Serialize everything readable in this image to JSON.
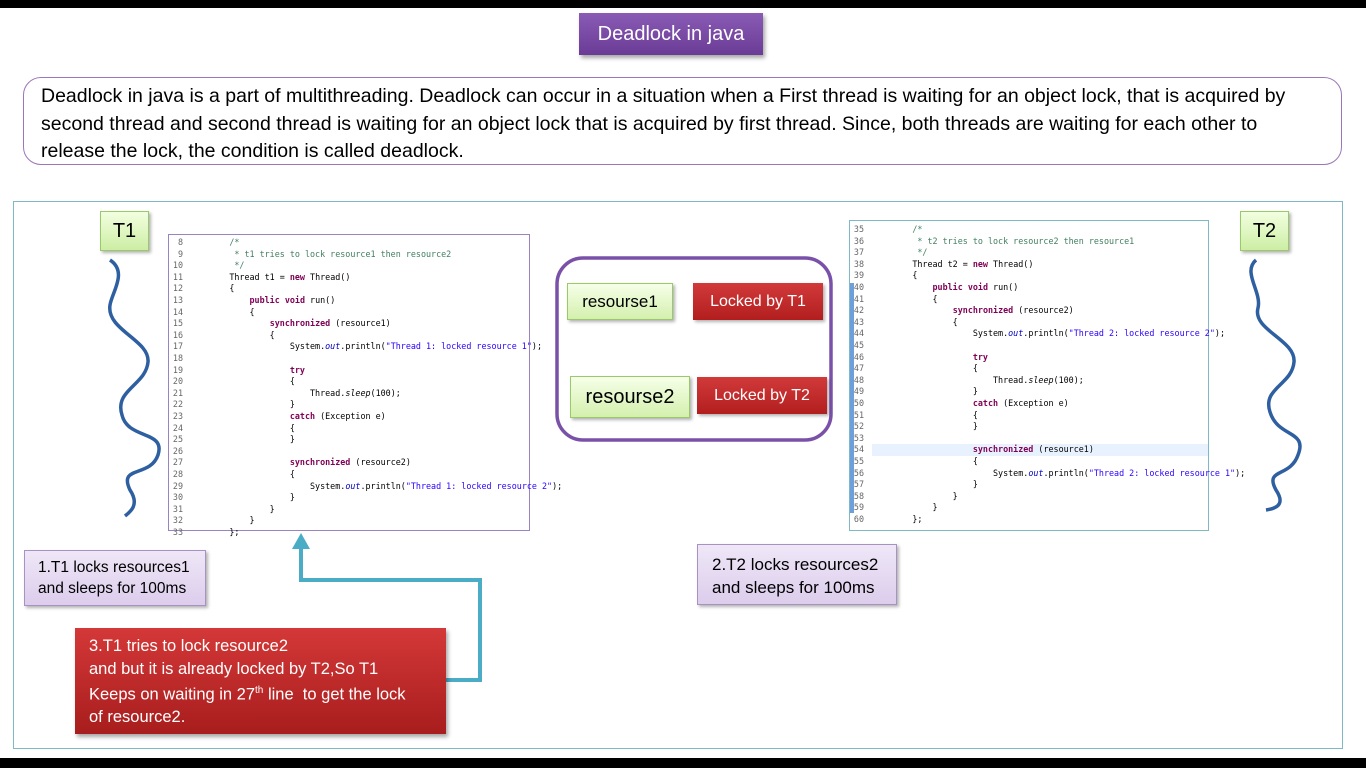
{
  "title": "Deadlock in java",
  "intro": "Deadlock in java is a part of multithreading. Deadlock can occur in a situation when a First thread is waiting for an object lock, that is acquired by second thread and second thread is waiting for an object lock that is acquired by first thread. Since, both threads are waiting for each other to release the lock, the condition is called deadlock.",
  "threads": {
    "t1": "T1",
    "t2": "T2"
  },
  "resources": {
    "r1": {
      "name": "resourse1",
      "status": "Locked by T1"
    },
    "r2": {
      "name": "resourse2",
      "status": "Locked by T2"
    }
  },
  "notes": {
    "n1": [
      "1.T1 locks resources1",
      "and sleeps for 100ms"
    ],
    "n2": [
      "2.T2 locks resources2",
      "and sleeps for 100ms"
    ],
    "n3": {
      "line1": "3.T1 tries to lock resource2",
      "line2": "and but it is already locked by T2,So T1",
      "line3_pre": "Keeps on waiting in 27",
      "line3_sup": "th",
      "line3_post": " line  to get the lock",
      "line4": "of resource2."
    }
  },
  "code_t1": {
    "lines": [
      {
        "n": "8",
        "t": "        /*"
      },
      {
        "n": "9",
        "t": "         * t1 tries to lock resource1 then resource2"
      },
      {
        "n": "10",
        "t": "         */"
      },
      {
        "n": "11",
        "t": "        Thread t1 = new Thread()"
      },
      {
        "n": "12",
        "t": "        {"
      },
      {
        "n": "13",
        "t": "            public void run()"
      },
      {
        "n": "14",
        "t": "            {"
      },
      {
        "n": "15",
        "t": "                synchronized (resource1)"
      },
      {
        "n": "16",
        "t": "                {"
      },
      {
        "n": "17",
        "t": "                    System.out.println(\"Thread 1: locked resource 1\");"
      },
      {
        "n": "18",
        "t": ""
      },
      {
        "n": "19",
        "t": "                    try"
      },
      {
        "n": "20",
        "t": "                    {"
      },
      {
        "n": "21",
        "t": "                        Thread.sleep(100);"
      },
      {
        "n": "22",
        "t": "                    }"
      },
      {
        "n": "23",
        "t": "                    catch (Exception e)"
      },
      {
        "n": "24",
        "t": "                    {"
      },
      {
        "n": "25",
        "t": "                    }"
      },
      {
        "n": "26",
        "t": ""
      },
      {
        "n": "27",
        "t": "                    synchronized (resource2)"
      },
      {
        "n": "28",
        "t": "                    {"
      },
      {
        "n": "29",
        "t": "                        System.out.println(\"Thread 1: locked resource 2\");"
      },
      {
        "n": "30",
        "t": "                    }"
      },
      {
        "n": "31",
        "t": "                }"
      },
      {
        "n": "32",
        "t": "            }"
      },
      {
        "n": "33",
        "t": "        };"
      }
    ]
  },
  "code_t2": {
    "lines": [
      {
        "n": "35",
        "t": "        /*"
      },
      {
        "n": "36",
        "t": "         * t2 tries to lock resource2 then resource1"
      },
      {
        "n": "37",
        "t": "         */"
      },
      {
        "n": "38",
        "t": "        Thread t2 = new Thread()"
      },
      {
        "n": "39",
        "t": "        {"
      },
      {
        "n": "40",
        "t": "            public void run()"
      },
      {
        "n": "41",
        "t": "            {"
      },
      {
        "n": "42",
        "t": "                synchronized (resource2)"
      },
      {
        "n": "43",
        "t": "                {"
      },
      {
        "n": "44",
        "t": "                    System.out.println(\"Thread 2: locked resource 2\");"
      },
      {
        "n": "45",
        "t": ""
      },
      {
        "n": "46",
        "t": "                    try"
      },
      {
        "n": "47",
        "t": "                    {"
      },
      {
        "n": "48",
        "t": "                        Thread.sleep(100);"
      },
      {
        "n": "49",
        "t": "                    }"
      },
      {
        "n": "50",
        "t": "                    catch (Exception e)"
      },
      {
        "n": "51",
        "t": "                    {"
      },
      {
        "n": "52",
        "t": "                    }"
      },
      {
        "n": "53",
        "t": ""
      },
      {
        "n": "54",
        "t": "                    synchronized (resource1)"
      },
      {
        "n": "55",
        "t": "                    {"
      },
      {
        "n": "56",
        "t": "                        System.out.println(\"Thread 2: locked resource 1\");"
      },
      {
        "n": "57",
        "t": "                    }"
      },
      {
        "n": "58",
        "t": "                }"
      },
      {
        "n": "59",
        "t": "            }"
      },
      {
        "n": "60",
        "t": "        };"
      }
    ]
  },
  "colors": {
    "title_bg": "#7b4ba8",
    "thread_label_bg": "#d9f2b8",
    "lock_red": "#c0292b",
    "note_purple": "#e3d8ef",
    "arrow_teal": "#4bacc6",
    "wave_blue": "#2e5fa0",
    "code_comment": "#3f7f5f",
    "code_keyword": "#7f0055",
    "code_string": "#2a00ff"
  }
}
